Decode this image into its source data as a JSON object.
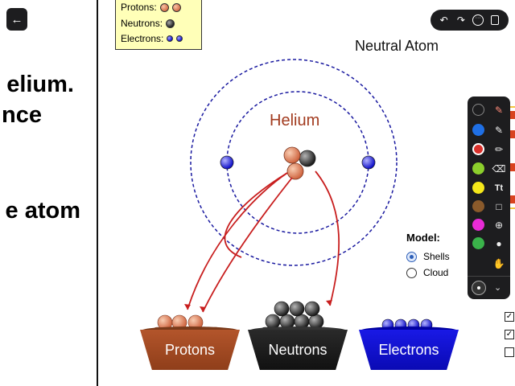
{
  "left_panel": {
    "back_icon": "arrow-left-icon",
    "lines": [
      "elium.",
      "nce",
      "e atom"
    ]
  },
  "legend": {
    "protons_label": "Protons:",
    "neutrons_label": "Neutrons:",
    "electrons_label": "Electrons:"
  },
  "atom": {
    "title": "Neutral Atom",
    "element_name": "Helium"
  },
  "model": {
    "title": "Model:",
    "options": [
      "Shells",
      "Cloud"
    ],
    "selected": "Shells"
  },
  "baskets": {
    "protons": "Protons",
    "neutrons": "Neutrons",
    "electrons": "Electrons"
  },
  "top_toolbar": {
    "icons": [
      "undo-icon",
      "redo-icon",
      "more-icon",
      "copy-icon"
    ]
  },
  "palette": {
    "colors": [
      "#1d1d1f",
      "#1f6fe5",
      "#d9302b",
      "#8ccf2c",
      "#f5e81a",
      "#8a5a2b",
      "#e82bd6",
      "#3ab34a"
    ],
    "tools": [
      "highlighter-icon",
      "pen-icon",
      "marker-icon",
      "eraser-icon",
      "text-icon",
      "lasso-icon",
      "add-icon",
      "mic-icon",
      "hand-icon"
    ]
  },
  "colors": {
    "proton": "#d5704a",
    "neutron": "#222222",
    "electron": "#1010d0",
    "orbit": "#1a1aa0",
    "annotation": "#c81e1e"
  }
}
